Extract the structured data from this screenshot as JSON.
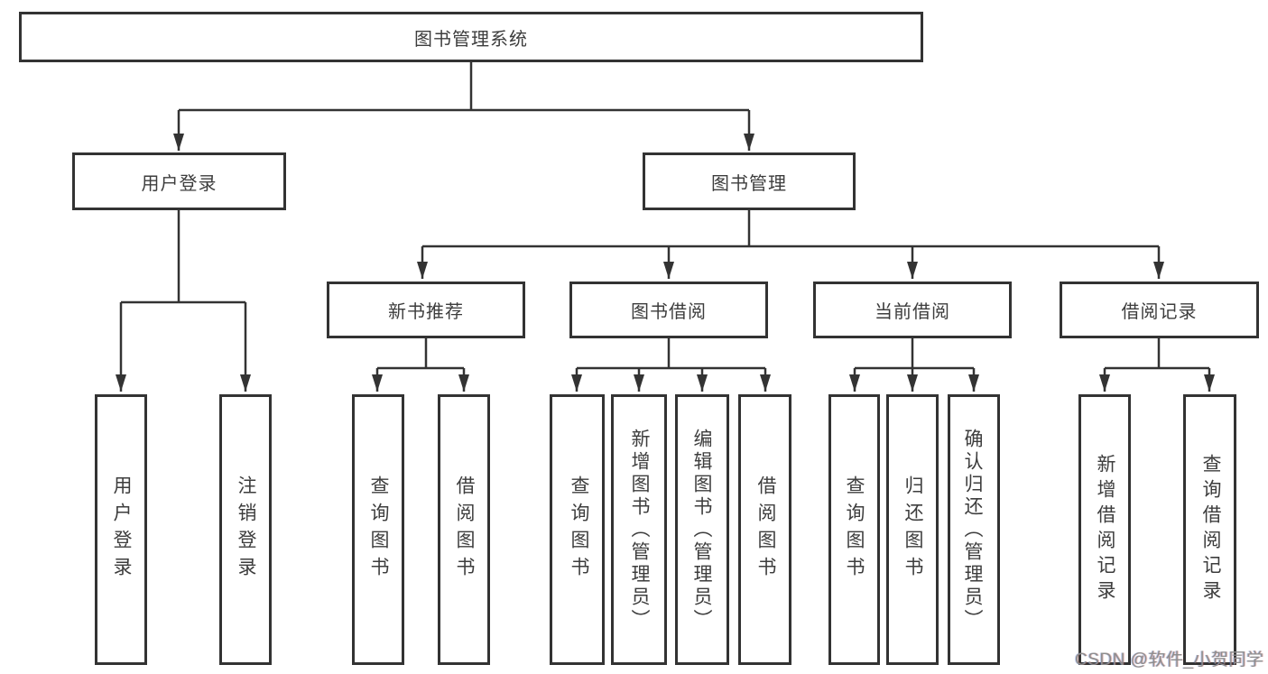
{
  "diagram": {
    "type": "hierarchy",
    "root": "图书管理系统",
    "branches": [
      {
        "label": "用户登录",
        "children": [
          "用户登录",
          "注销登录"
        ]
      },
      {
        "label": "图书管理",
        "children": [
          {
            "label": "新书推荐",
            "children": [
              "查询图书",
              "借阅图书"
            ]
          },
          {
            "label": "图书借阅",
            "children": [
              "查询图书",
              "新增图书（管理员）",
              "编辑图书（管理员）",
              "借阅图书"
            ]
          },
          {
            "label": "当前借阅",
            "children": [
              "查询图书",
              "归还图书",
              "确认归还（管理员）"
            ]
          },
          {
            "label": "借阅记录",
            "children": [
              "新增借阅记录",
              "查询借阅记录"
            ]
          }
        ]
      }
    ]
  },
  "colors": {
    "line": "#333333",
    "box_border": "#333333",
    "text": "#3d3d3d",
    "background": "#ffffff",
    "watermark": "#8d8d8d"
  },
  "watermark": {
    "text": "CSDN @软件_小贺同学"
  }
}
